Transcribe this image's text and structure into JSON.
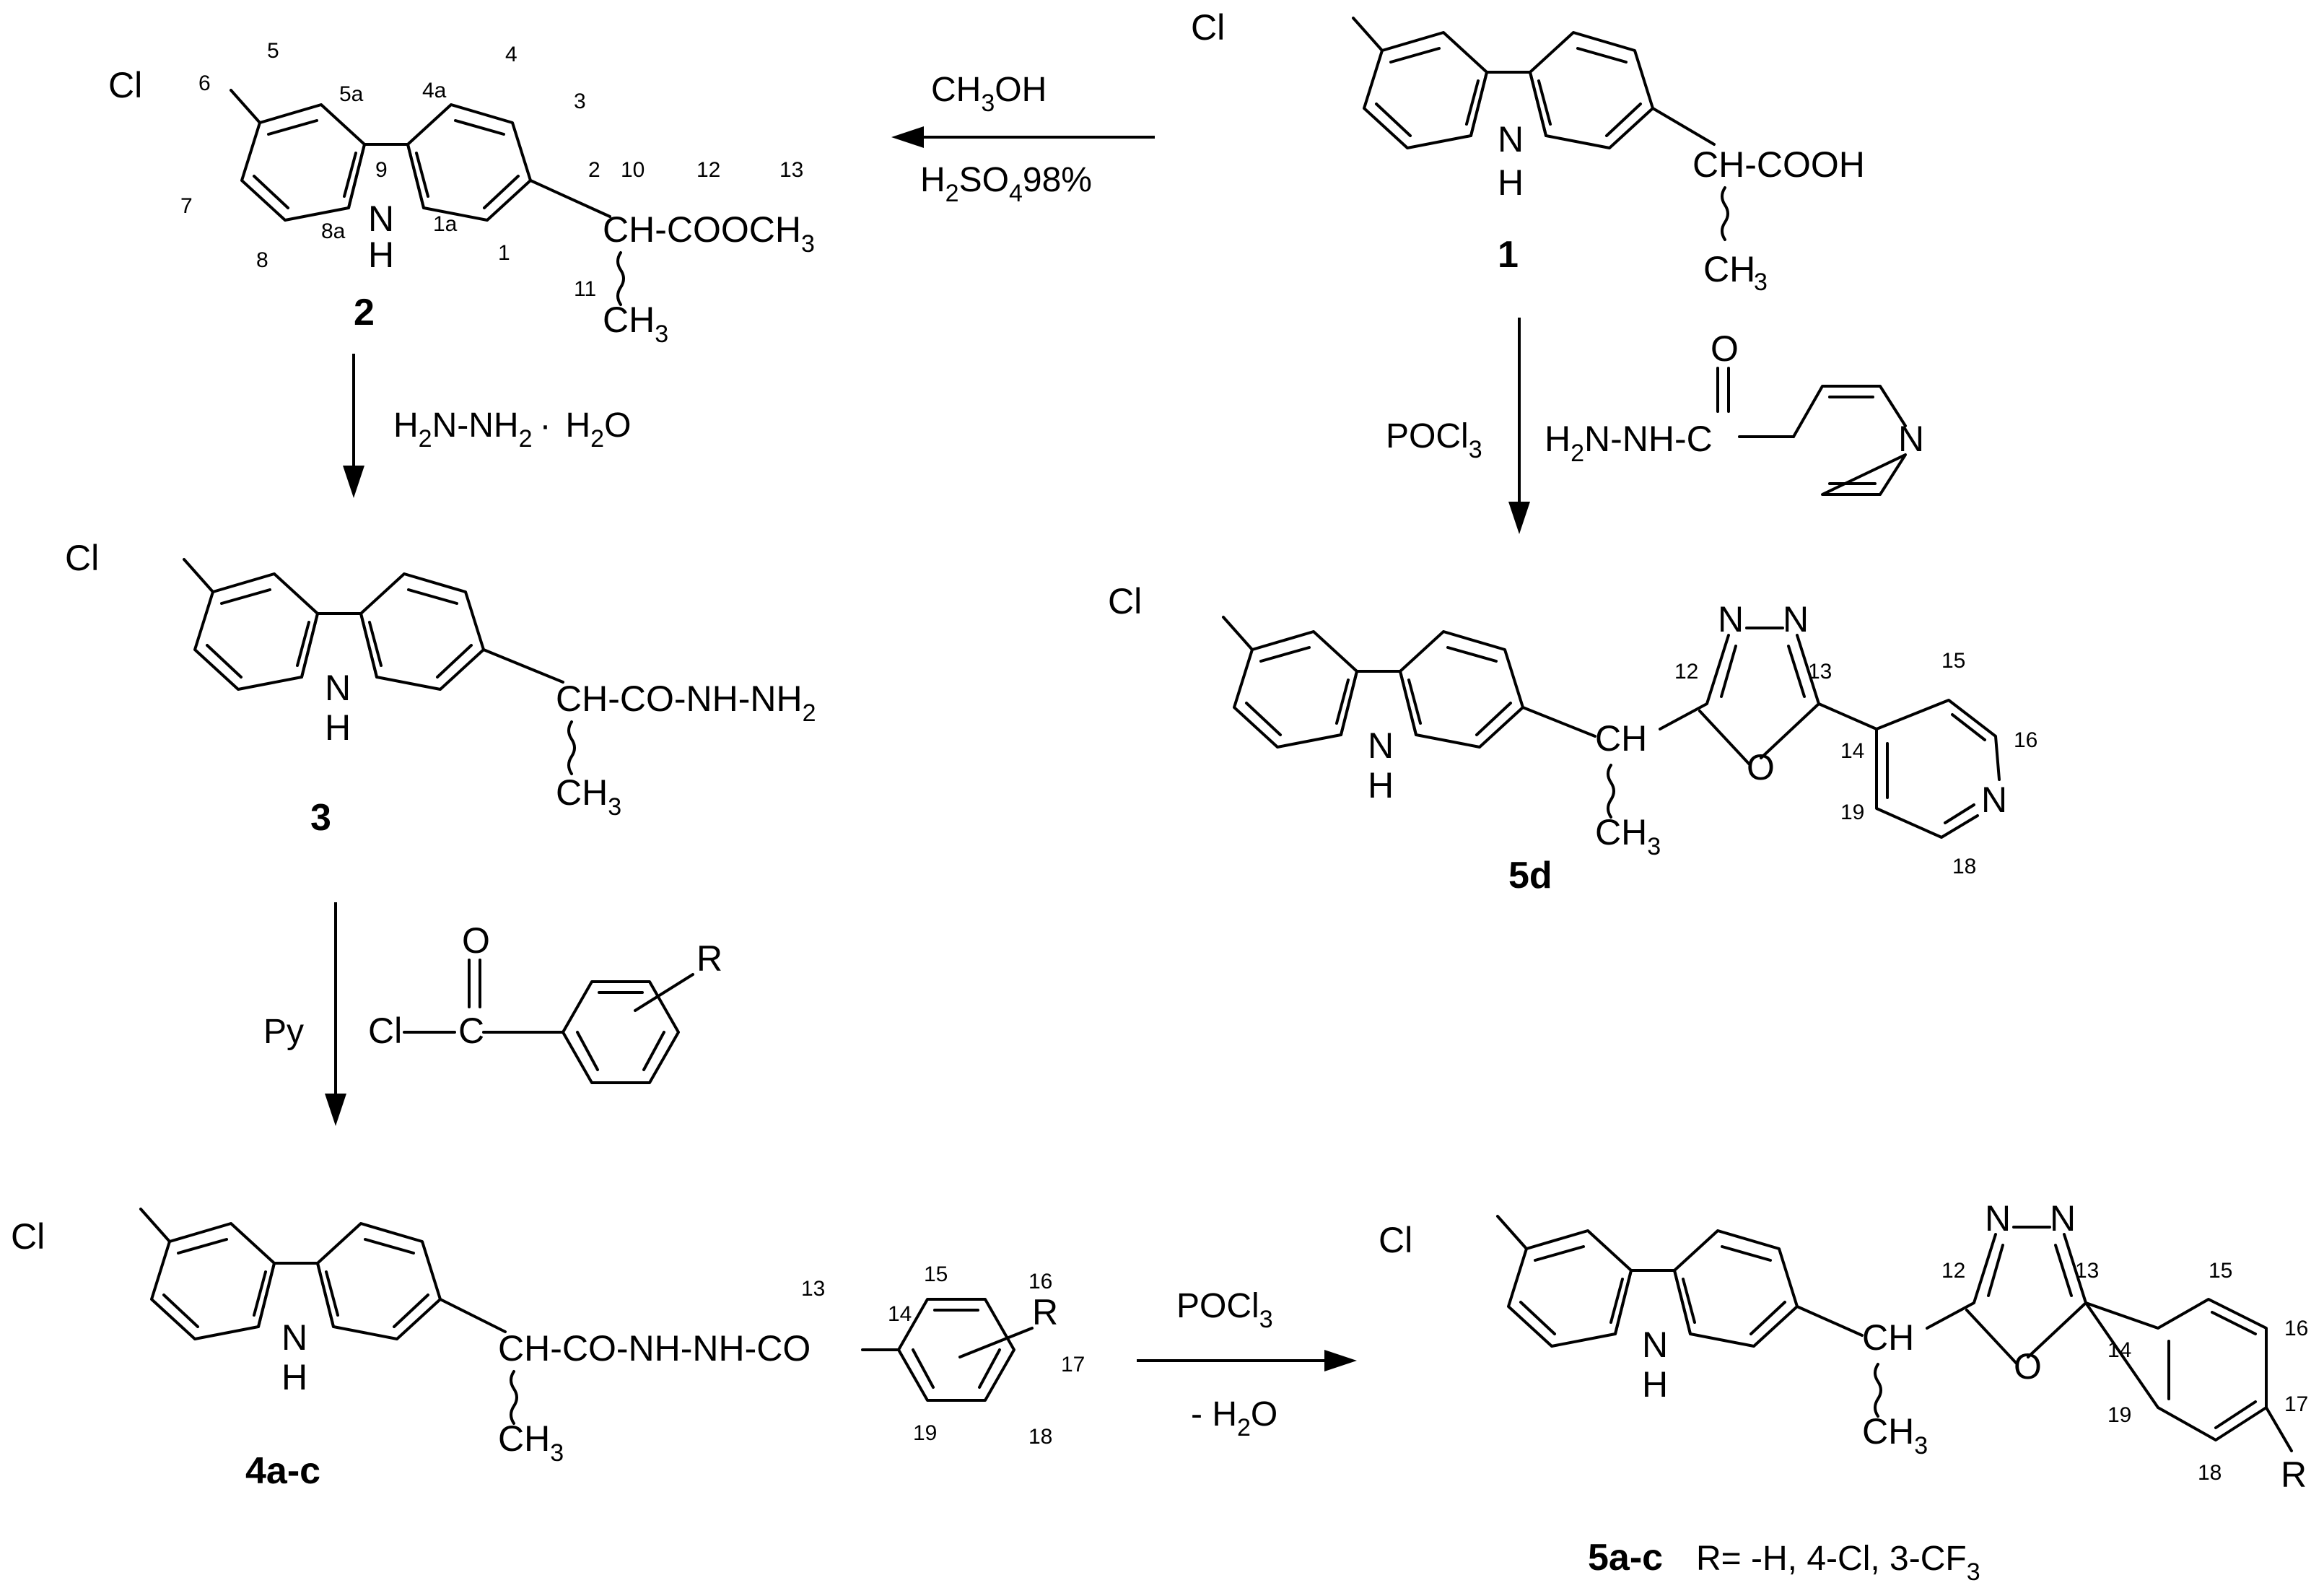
{
  "atoms": {
    "cl": "Cl",
    "nh_n": "N",
    "nh_h": "H",
    "n": "N",
    "o": "O",
    "r": "R"
  },
  "groups": {
    "ch_cooh": "CH-COOH",
    "ch_cooch": "CH-COOCH",
    "ch_co_nh_nh": "CH-CO-NH-NH",
    "ch_co_nh_nh_co": "CH-CO-NH-NH-CO",
    "ch": "CH",
    "ch3_c": "CH",
    "sub3": "3",
    "sub2": "2",
    "c": "C",
    "o_eq": "O",
    "h2n_nh_c": "H",
    "h2n_rest": "N-NH-C"
  },
  "compounds": {
    "c1": "1",
    "c2": "2",
    "c3": "3",
    "c4": "4a-c",
    "c5d": "5d",
    "c5ac": "5a-c",
    "r_def": "R= -H, 4-Cl, 3-CF"
  },
  "reagents": {
    "meoh_a": "CH",
    "meoh_b": "3",
    "meoh_c": "OH",
    "h2so4_a": "H",
    "h2so4_b": "2",
    "h2so4_c": "SO",
    "h2so4_d": "4",
    "h2so4_e": "98%",
    "hydrazine_a": "H",
    "hydrazine_b": "2",
    "hydrazine_c": "N-NH",
    "hydrazine_d": "2",
    "hydrazine_dot": "·",
    "hydrazine_e": "H",
    "hydrazine_f": "2",
    "hydrazine_g": "O",
    "pocl_a": "POCl",
    "pocl_b": "3",
    "py": "Py",
    "minus_h2o_a": "- H",
    "minus_h2o_b": "2",
    "minus_h2o_c": "O"
  },
  "numbering2": [
    "6",
    "5",
    "5a",
    "4a",
    "4",
    "3",
    "2",
    "10",
    "12",
    "13",
    "9",
    "7",
    "8a",
    "1a",
    "1",
    "8",
    "11"
  ],
  "numbering4": [
    "13",
    "14",
    "15",
    "16",
    "17",
    "19",
    "18"
  ],
  "numbering5d": [
    "12",
    "13",
    "15",
    "14",
    "16",
    "19",
    "18"
  ],
  "numbering5ac": [
    "12",
    "13",
    "15",
    "14",
    "16",
    "17",
    "19",
    "18"
  ]
}
